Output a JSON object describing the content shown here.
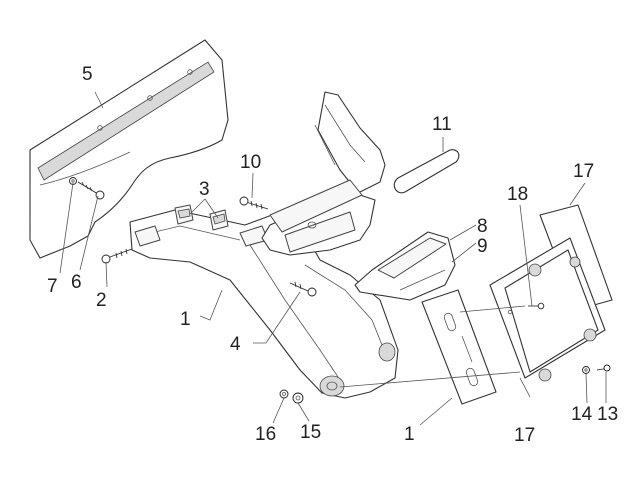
{
  "callouts": {
    "c1a": "1",
    "c1b": "1",
    "c2": "2",
    "c3": "3",
    "c4": "4",
    "c5": "5",
    "c6": "6",
    "c7": "7",
    "c8": "8",
    "c9": "9",
    "c10": "10",
    "c11": "11",
    "c13": "13",
    "c14": "14",
    "c15": "15",
    "c16": "16",
    "c17a": "17",
    "c17b": "17",
    "c18": "18"
  }
}
